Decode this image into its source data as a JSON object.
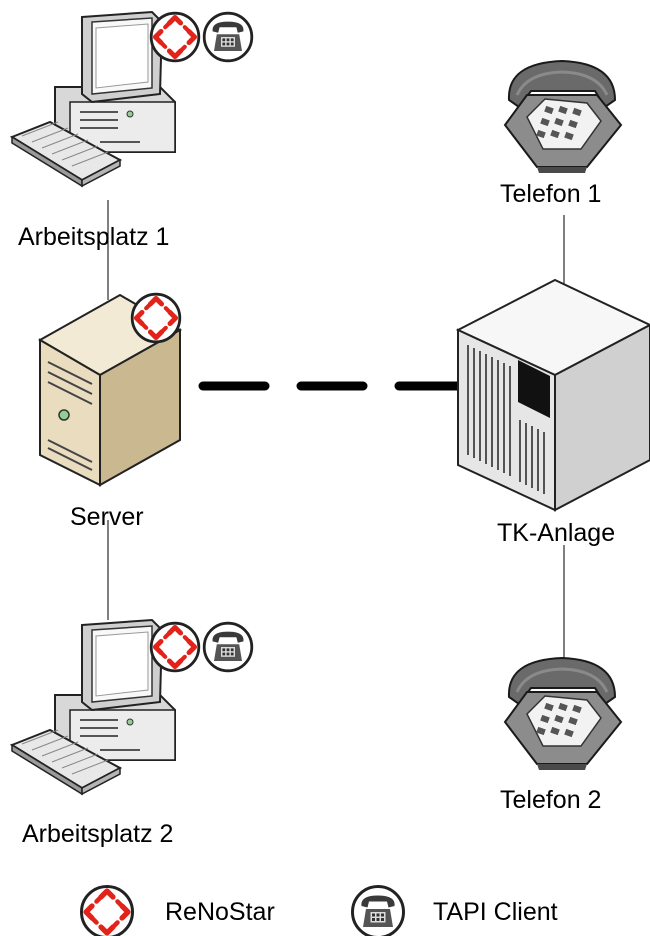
{
  "nodes": {
    "workstation_1": {
      "label": "Arbeitsplatz 1",
      "badges": [
        "renostar-icon",
        "tapi-client-icon"
      ]
    },
    "server": {
      "label": "Server",
      "badges": [
        "renostar-icon"
      ]
    },
    "workstation_2": {
      "label": "Arbeitsplatz 2",
      "badges": [
        "renostar-icon",
        "tapi-client-icon"
      ]
    },
    "phone_1": {
      "label": "Telefon 1"
    },
    "pbx": {
      "label": "TK-Anlage"
    },
    "phone_2": {
      "label": "Telefon 2"
    }
  },
  "connections": [
    {
      "from": "workstation_1",
      "to": "server",
      "style": "solid"
    },
    {
      "from": "server",
      "to": "workstation_2",
      "style": "solid"
    },
    {
      "from": "server",
      "to": "pbx",
      "style": "dashed"
    },
    {
      "from": "phone_1",
      "to": "pbx",
      "style": "solid"
    },
    {
      "from": "pbx",
      "to": "phone_2",
      "style": "solid"
    }
  ],
  "legend": [
    {
      "icon": "renostar-icon",
      "label": "ReNoStar"
    },
    {
      "icon": "tapi-client-icon",
      "label": "TAPI Client"
    }
  ],
  "colors": {
    "renostar_red": "#e2231a",
    "line": "#000000",
    "server_beige": "#e9dcbf",
    "pbx_grey": "#e6e6e6"
  }
}
